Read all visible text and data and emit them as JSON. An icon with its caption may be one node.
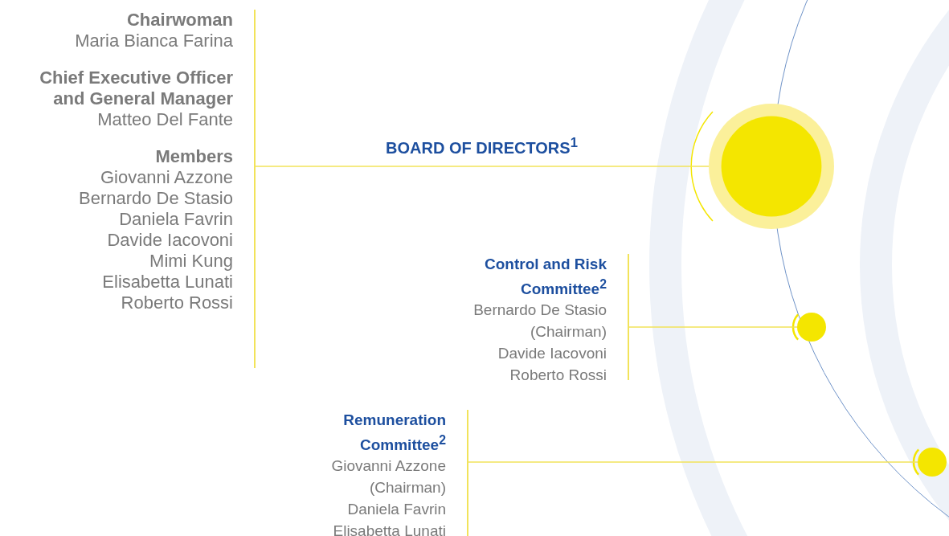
{
  "diagram": {
    "nodes": [
      {
        "text": [
          "Chairwoman",
          "Maria Bianca Farina",
          "Chief Executive Officer and General Manager",
          "Matteo Del Fante",
          "Members",
          "Giovanni Azzone",
          "Bernardo De Stasio",
          "Daniela Favrin",
          "Davide Iacovoni",
          "Mimi Kung",
          "Elisabetta Lunati",
          "Roberto Rossi"
        ]
      },
      {
        "text": [],
        "shape": "circle"
      },
      {
        "text": [
          "Control and Risk Committee$^{2}$",
          "Bernardo De Stasio (Chairman)",
          "Davide Iacovoni",
          "Roberto Rossi"
        ]
      },
      {
        "text": [],
        "shape": "circle"
      },
      {
        "text": [
          "Remuneration Committee$^{2}$",
          "Giovanni Azzone (Chairman)",
          "Daniela Favrin",
          "Elisabetta Lunati"
        ]
      },
      {
        "text": [],
        "shape": "circle"
      }
    ],
    "edges": [
      {
        "from": 0,
        "to": 1,
        "arrow": "none",
        "label": "BOARD OF DIRECTORS$^{1}$"
      },
      {
        "from": 2,
        "to": 3,
        "arrow": "none"
      },
      {
        "from": 4,
        "to": 5,
        "arrow": "none"
      }
    ]
  }
}
